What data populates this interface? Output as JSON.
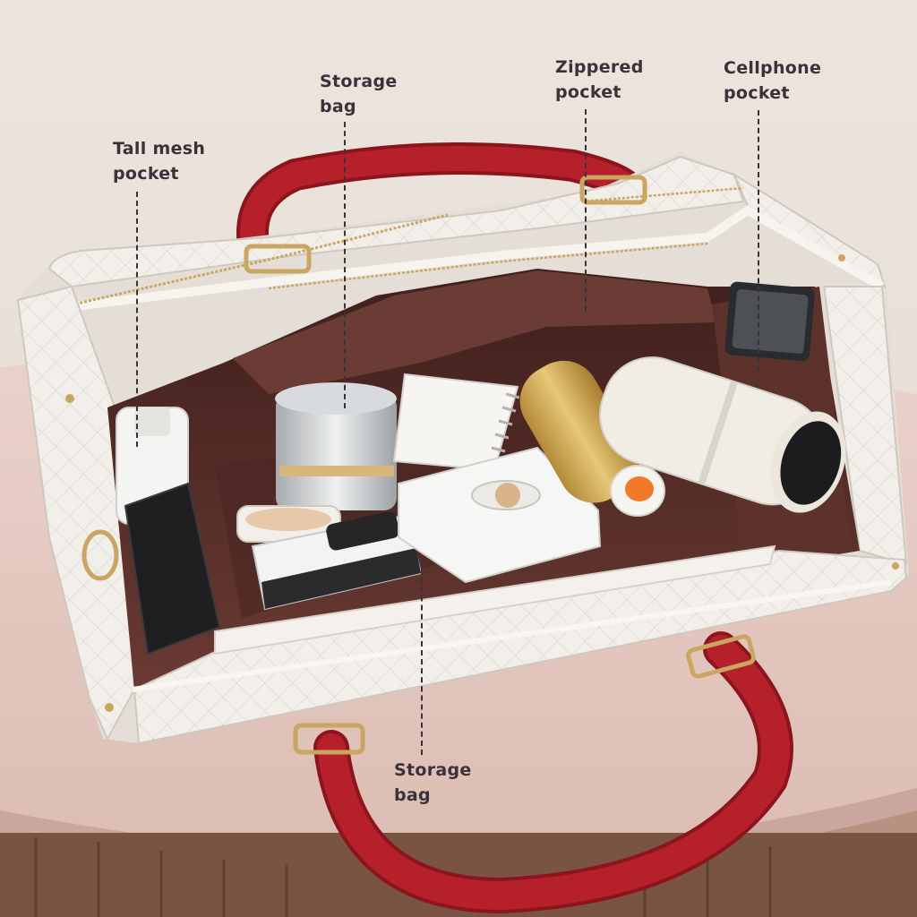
{
  "photo": {
    "subject": "Quilted white tote bag with red handles, open to show organized interior",
    "colors": {
      "wall": "#e9e1da",
      "table": "#e6cbc4",
      "table_edge": "#c9a79e",
      "table_base": "#7a5442",
      "bag_white": "#f2efea",
      "bag_shadow": "#d7d1c8",
      "lining": "#5a2f2a",
      "lining_dark": "#3f1f1c",
      "handle_red": "#b5202a",
      "handle_red_dark": "#8c151d",
      "hardware_gold": "#c9a661",
      "bottle_cream": "#f1ede4",
      "bottle_black": "#1c1c1e",
      "amber": "#d9b86a",
      "orange_cap": "#f07a2a"
    }
  },
  "callouts": [
    {
      "key": "tall_mesh_pocket",
      "line1": "Tall mesh",
      "line2": "pocket"
    },
    {
      "key": "storage_bag_top",
      "line1": "Storage",
      "line2": "bag"
    },
    {
      "key": "zippered_pocket",
      "line1": "Zippered",
      "line2": "pocket"
    },
    {
      "key": "cellphone_pocket",
      "line1": "Cellphone",
      "line2": "pocket"
    },
    {
      "key": "storage_bag_bottom",
      "line1": "Storage",
      "line2": "bag"
    }
  ]
}
